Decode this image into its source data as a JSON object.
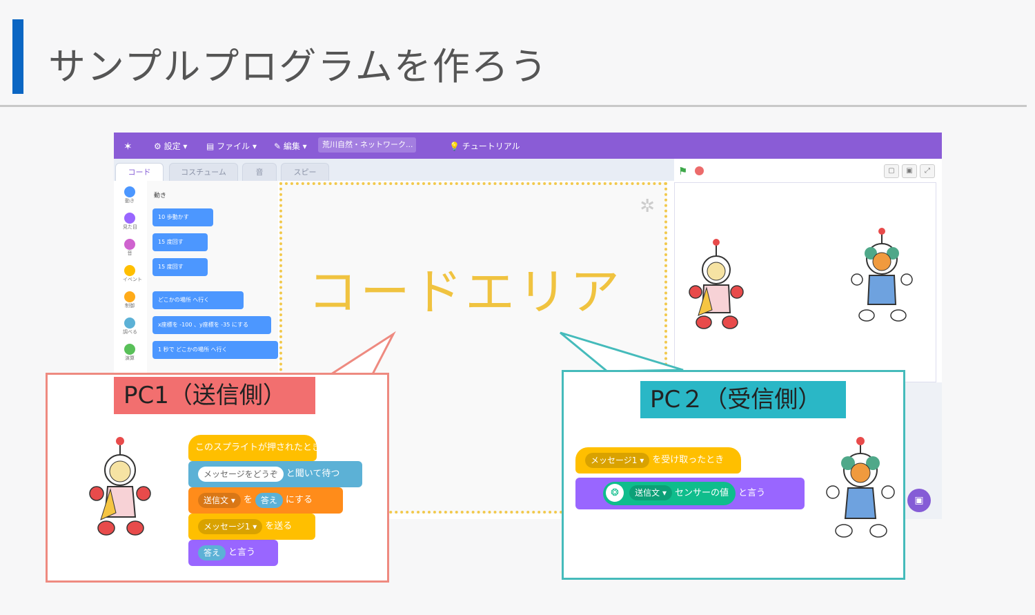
{
  "slide": {
    "title": "サンプルプログラムを作ろう"
  },
  "editor": {
    "menu": {
      "settings": "⚙ 設定 ▾",
      "file": "ファイル ▾",
      "edit": "✎ 編集 ▾",
      "project_title": "荒川自然・ネットワーク...",
      "tutorial": "チュートリアル"
    },
    "tabs": [
      "コード",
      "コスチューム",
      "音",
      "スピー"
    ],
    "categories": [
      {
        "label": "動き",
        "color": "#4c97ff"
      },
      {
        "label": "見た目",
        "color": "#9966ff"
      },
      {
        "label": "音",
        "color": "#cf63cf"
      },
      {
        "label": "イベント",
        "color": "#ffbf00"
      },
      {
        "label": "制御",
        "color": "#ffab19"
      },
      {
        "label": "調べる",
        "color": "#5cb1d6"
      },
      {
        "label": "演算",
        "color": "#59c059"
      }
    ],
    "palette_header": "動き",
    "palette_blocks": [
      "10 歩動かす",
      "15 度回す",
      "15 度回す",
      "どこかの場所 へ行く",
      "x座標を -100 、y座標を -35 にする",
      "1 秒で どこかの場所 へ行く"
    ],
    "code_area_title": "コードエリア"
  },
  "pc1": {
    "label": "PC1（送信側）",
    "blocks": {
      "hat": "このスプライトが押されたとき",
      "ask_pill": "メッセージをどうぞ",
      "ask_tail": "と聞いて待つ",
      "set_var": "送信文 ▾",
      "set_mid": "を",
      "set_pill": "答え",
      "set_tail": "にする",
      "broadcast_pill": "メッセージ1 ▾",
      "broadcast_tail": "を送る",
      "say_pill": "答え",
      "say_tail": "と言う"
    }
  },
  "pc2": {
    "label": "PC２（受信側）",
    "blocks": {
      "hat_pill": "メッセージ1 ▾",
      "hat_tail": "を受け取ったとき",
      "sensor_var": "送信文 ▾",
      "sensor_text": "センサーの値",
      "say_tail": "と言う"
    }
  }
}
